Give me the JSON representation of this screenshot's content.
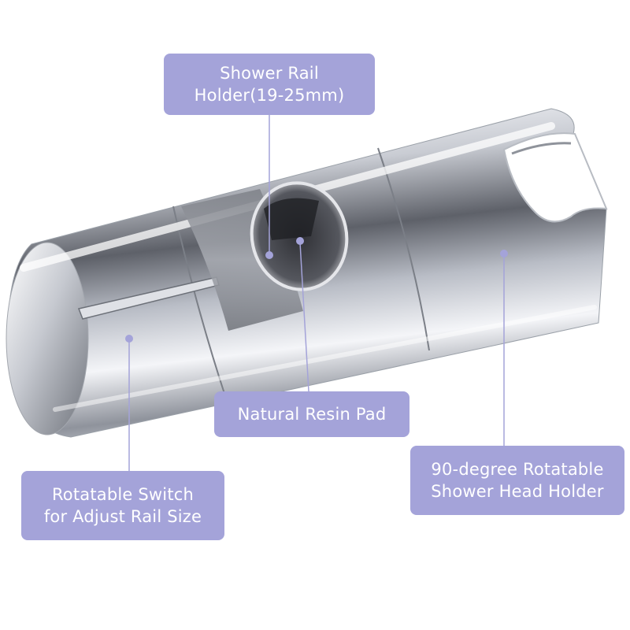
{
  "colors": {
    "label_background": "#a4a3d9",
    "label_text": "#ffffff",
    "leader_line": "#a4a3d9",
    "chrome_dark": "#5b5e66",
    "chrome_light": "#f4f5f8"
  },
  "labels": {
    "rail_holder": {
      "line1": "Shower Rail",
      "line2": "Holder(19-25mm)"
    },
    "resin_pad": {
      "line1": "Natural Resin Pad"
    },
    "head_holder": {
      "line1": "90-degree Rotatable",
      "line2": "Shower Head Holder"
    },
    "rotatable_switch": {
      "line1": "Rotatable Switch",
      "line2": "for Adjust Rail Size"
    }
  }
}
